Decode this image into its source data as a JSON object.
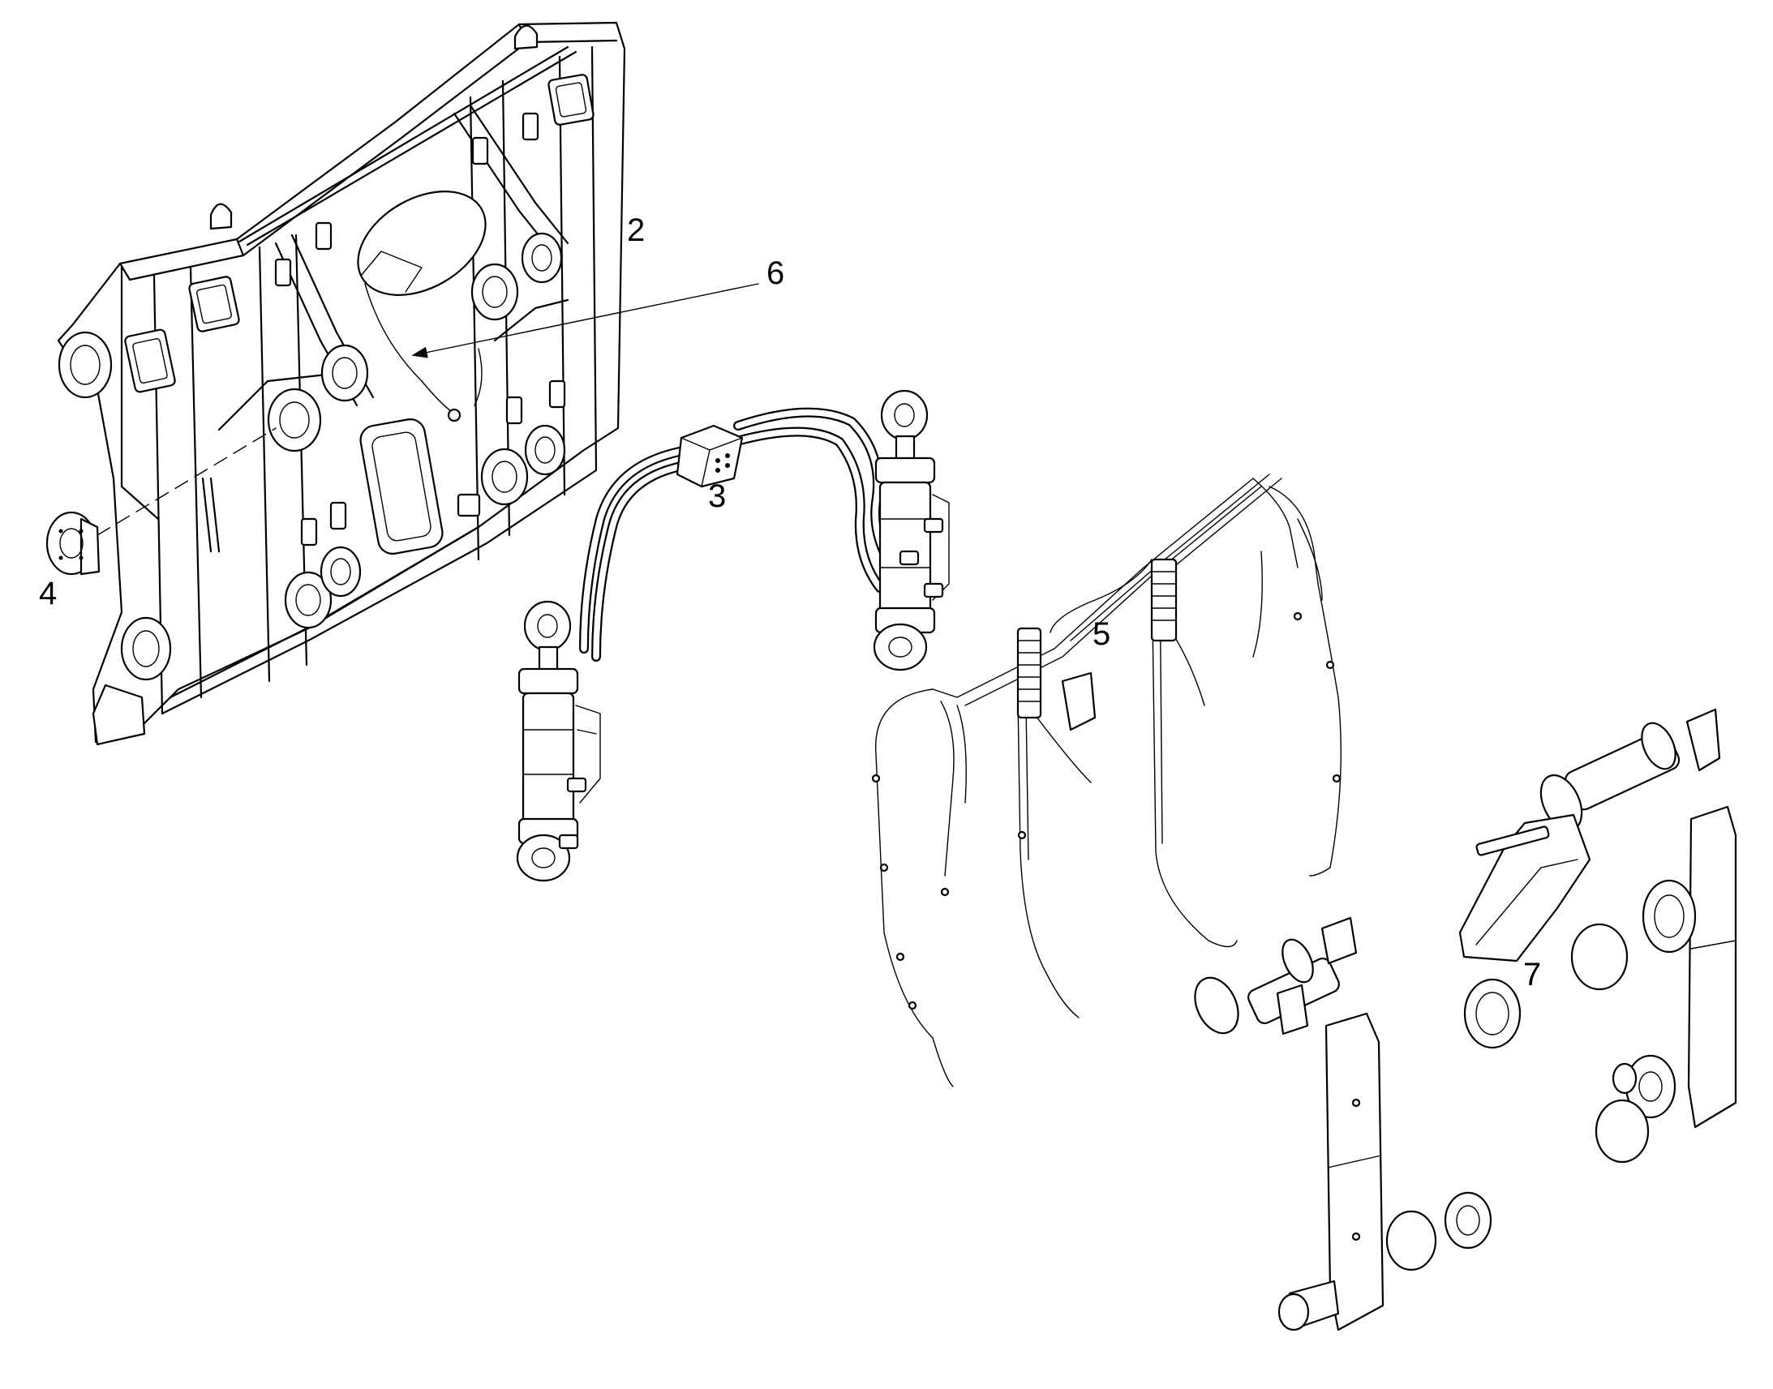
{
  "diagram": {
    "callouts": {
      "c2": "2",
      "c3": "3",
      "c4": "4",
      "c5": "5",
      "c6": "6",
      "c7": "7"
    }
  },
  "colors": {
    "line": "#000000",
    "background": "#ffffff"
  }
}
